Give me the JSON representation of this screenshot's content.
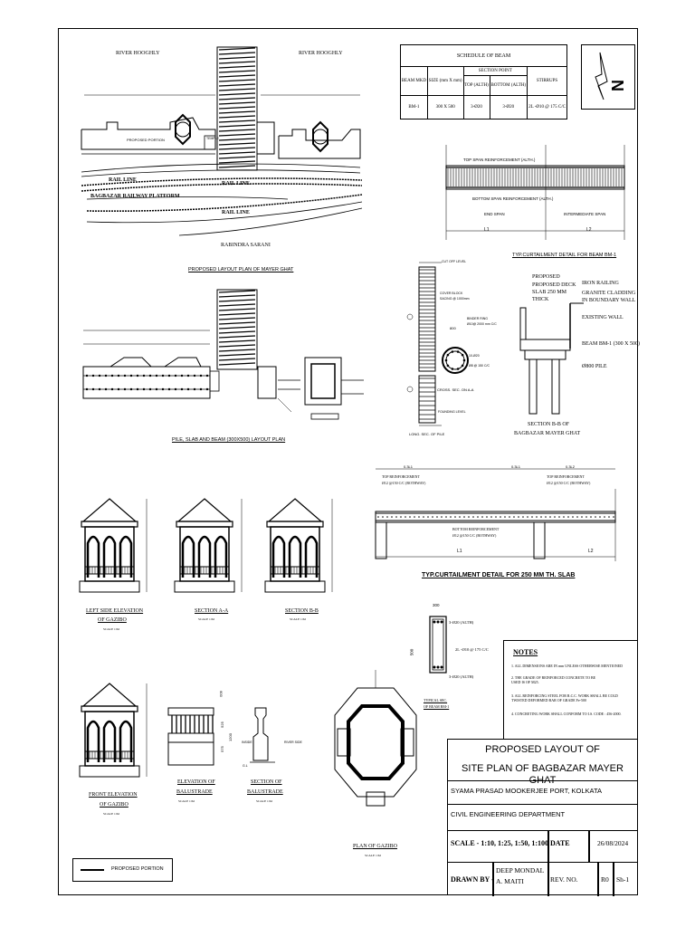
{
  "plan": {
    "river_left": "RIVER HOOGHLY",
    "river_right": "RIVER HOOGHLY",
    "proposed_portion": "PROPOSED PORTION",
    "temple": "TEMPLE",
    "rail_line_1": "RAIL LINE",
    "rail_line_2": "RAIL LINE",
    "rail_line_3": "RAIL LINE",
    "platform": "BAGBAZAR RAILWAY PLATFORM",
    "road": "RABINDRA SARANI",
    "title": "PROPOSED LAYOUT PLAN OF MAYER GHAT"
  },
  "pile_plan": {
    "title": "PILE, SLAB AND BEAM (300X500) LAYOUT PLAN"
  },
  "beam_schedule": {
    "title": "SCHEDULE OF BEAM",
    "headers": [
      "BEAM MKD",
      "SIZE (mm X mm)",
      "TOP (ALTH)",
      "BOTTOM (ALTH)",
      "STIRRUPS"
    ],
    "group_header": "SECTION POINT",
    "row": [
      "BM-1",
      "300 X 500",
      "3-Ø20",
      "3-Ø20",
      "2L -Ø10 @ 175 C/C"
    ]
  },
  "beam_detail": {
    "top": "TOP SPAN REINFORCEMENT (ALTH.)",
    "bottom": "BOTTOM SPAN REINFORCEMENT (ALTH.)",
    "end_span": "END SPAN",
    "intermediate_span": "INTERMEDIATE SPAN",
    "l1": "L1",
    "l2": "L2",
    "title": "TYP.CURTAILMENT DETAIL FOR BEAM BM-1"
  },
  "pile_detail": {
    "cut_off": "CUT OFF LEVEL",
    "cover_block": "COVER BLOCK",
    "spacing": "SACING @ 1000mm",
    "helical": "Ø8 @ 150 C/C",
    "binder": "BINDER RING",
    "binder_spec": "Ø10@ 2000 mm C/C",
    "dia": "800",
    "bars": "10-Ø20",
    "cross_sec": "CROSS. SEC. ON A-A",
    "long_sec": "LONG. SEC. OF PILE",
    "founding": "FOUNDING LEVEL"
  },
  "section_bb": {
    "deck": "PROPOSED DECK SLAB 250 MM THICK",
    "railing": "IRON RAILING",
    "cladding": "GRANITE CLADDING IN BOUNDARY WALL",
    "wall": "EXISTING WALL",
    "beam": "BEAM BM-1 (300 X 500)",
    "pile": "Ø800 PILE",
    "title_1": "SECTION B-B OF",
    "title_2": "BAGBAZAR MAYER GHAT"
  },
  "slab": {
    "top_left_1": "TOP REINFORCEMENT",
    "top_left_2": "Ø12 @150 C/C (BOTHWAY)",
    "top_right_1": "TOP REINFORCEMENT",
    "top_right_2": "Ø12 @150 C/C (BOTHWAY)",
    "bottom_1": "BOTTOM REINFORCEMENT",
    "bottom_2": "Ø12 @150 C/C (BOTHWAY)",
    "l1": "L1",
    "l2": "L2",
    "dim_a": "0.3L1",
    "dim_b": "0.3L1",
    "dim_c": "0.3L2",
    "title": "TYP.CURTAILMENT DETAIL FOR 250 MM TH. SLAB"
  },
  "gazebo": {
    "left_elev_1": "LEFT SIDE ELEVATION",
    "left_elev_2": "OF GAZIBO",
    "sec_aa": "SECTION A-A",
    "sec_bb": "SECTION B-B",
    "front_1": "FRONT ELEVATION",
    "front_2": "OF GAZIBO",
    "bal_elev_1": "ELEVATION OF",
    "bal_elev_2": "BALUSTRADE",
    "bal_sec_1": "SECTION OF",
    "bal_sec_2": "BALUSTRADE",
    "plan": "PLAN OF GAZIBO",
    "scale": "SCALE 1:62",
    "inside": "INSIDE",
    "river_side": "RIVER SIDE",
    "gl": "G.L",
    "dim_600": "600",
    "dim_525": "525",
    "dim_575": "575",
    "dim_1200": "1200"
  },
  "beam_section": {
    "width": "300",
    "depth": "500",
    "top": "3-Ø20 (ALTH)",
    "stirrups": "2L -Ø10 @ 175 C/C",
    "bottom": "3-Ø20 (ALTH)",
    "title_1": "TYPICAL SEC.",
    "title_2": "OF BEAM BM-1"
  },
  "notes": {
    "title": "NOTES",
    "items": [
      "1. ALL DIMENSIONS ARE IN mm UNLESS OTHERWISE MENTIONED",
      "2. THE GRADE OF REINFORCED CONCRETE TO BE USED IS OF M25.",
      "3. ALL REINFORCING STEEL FOR R.C.C. WORK SHALL BE COLD TWISTED DEFORMED BAR OF GRADE Fe-500",
      "4. CONCRETING WORK SHALL CONFORM TO I.S. CODE : 456-2000."
    ]
  },
  "title_block": {
    "title_1": "PROPOSED LAYOUT OF",
    "title_2": "SITE PLAN OF BAGBAZAR MAYER GHAT",
    "client": "SYAMA PRASAD MOOKERJEE PORT, KOLKATA",
    "department": "CIVIL ENGINEERING DEPARTMENT",
    "scale": "SCALE - 1:10, 1:25, 1:50, 1:100",
    "date_label": "DATE",
    "date": "26/08/2024",
    "drawn_by_label": "DRAWN BY -",
    "drawn_by_1": "DEEP MONDAL",
    "drawn_by_2": "A. MAITI",
    "rev_label": "REV. NO.",
    "rev": "R0",
    "sheet": "Sh-1"
  },
  "legend": {
    "label": "PROPOSED PORTION"
  },
  "north": "N"
}
